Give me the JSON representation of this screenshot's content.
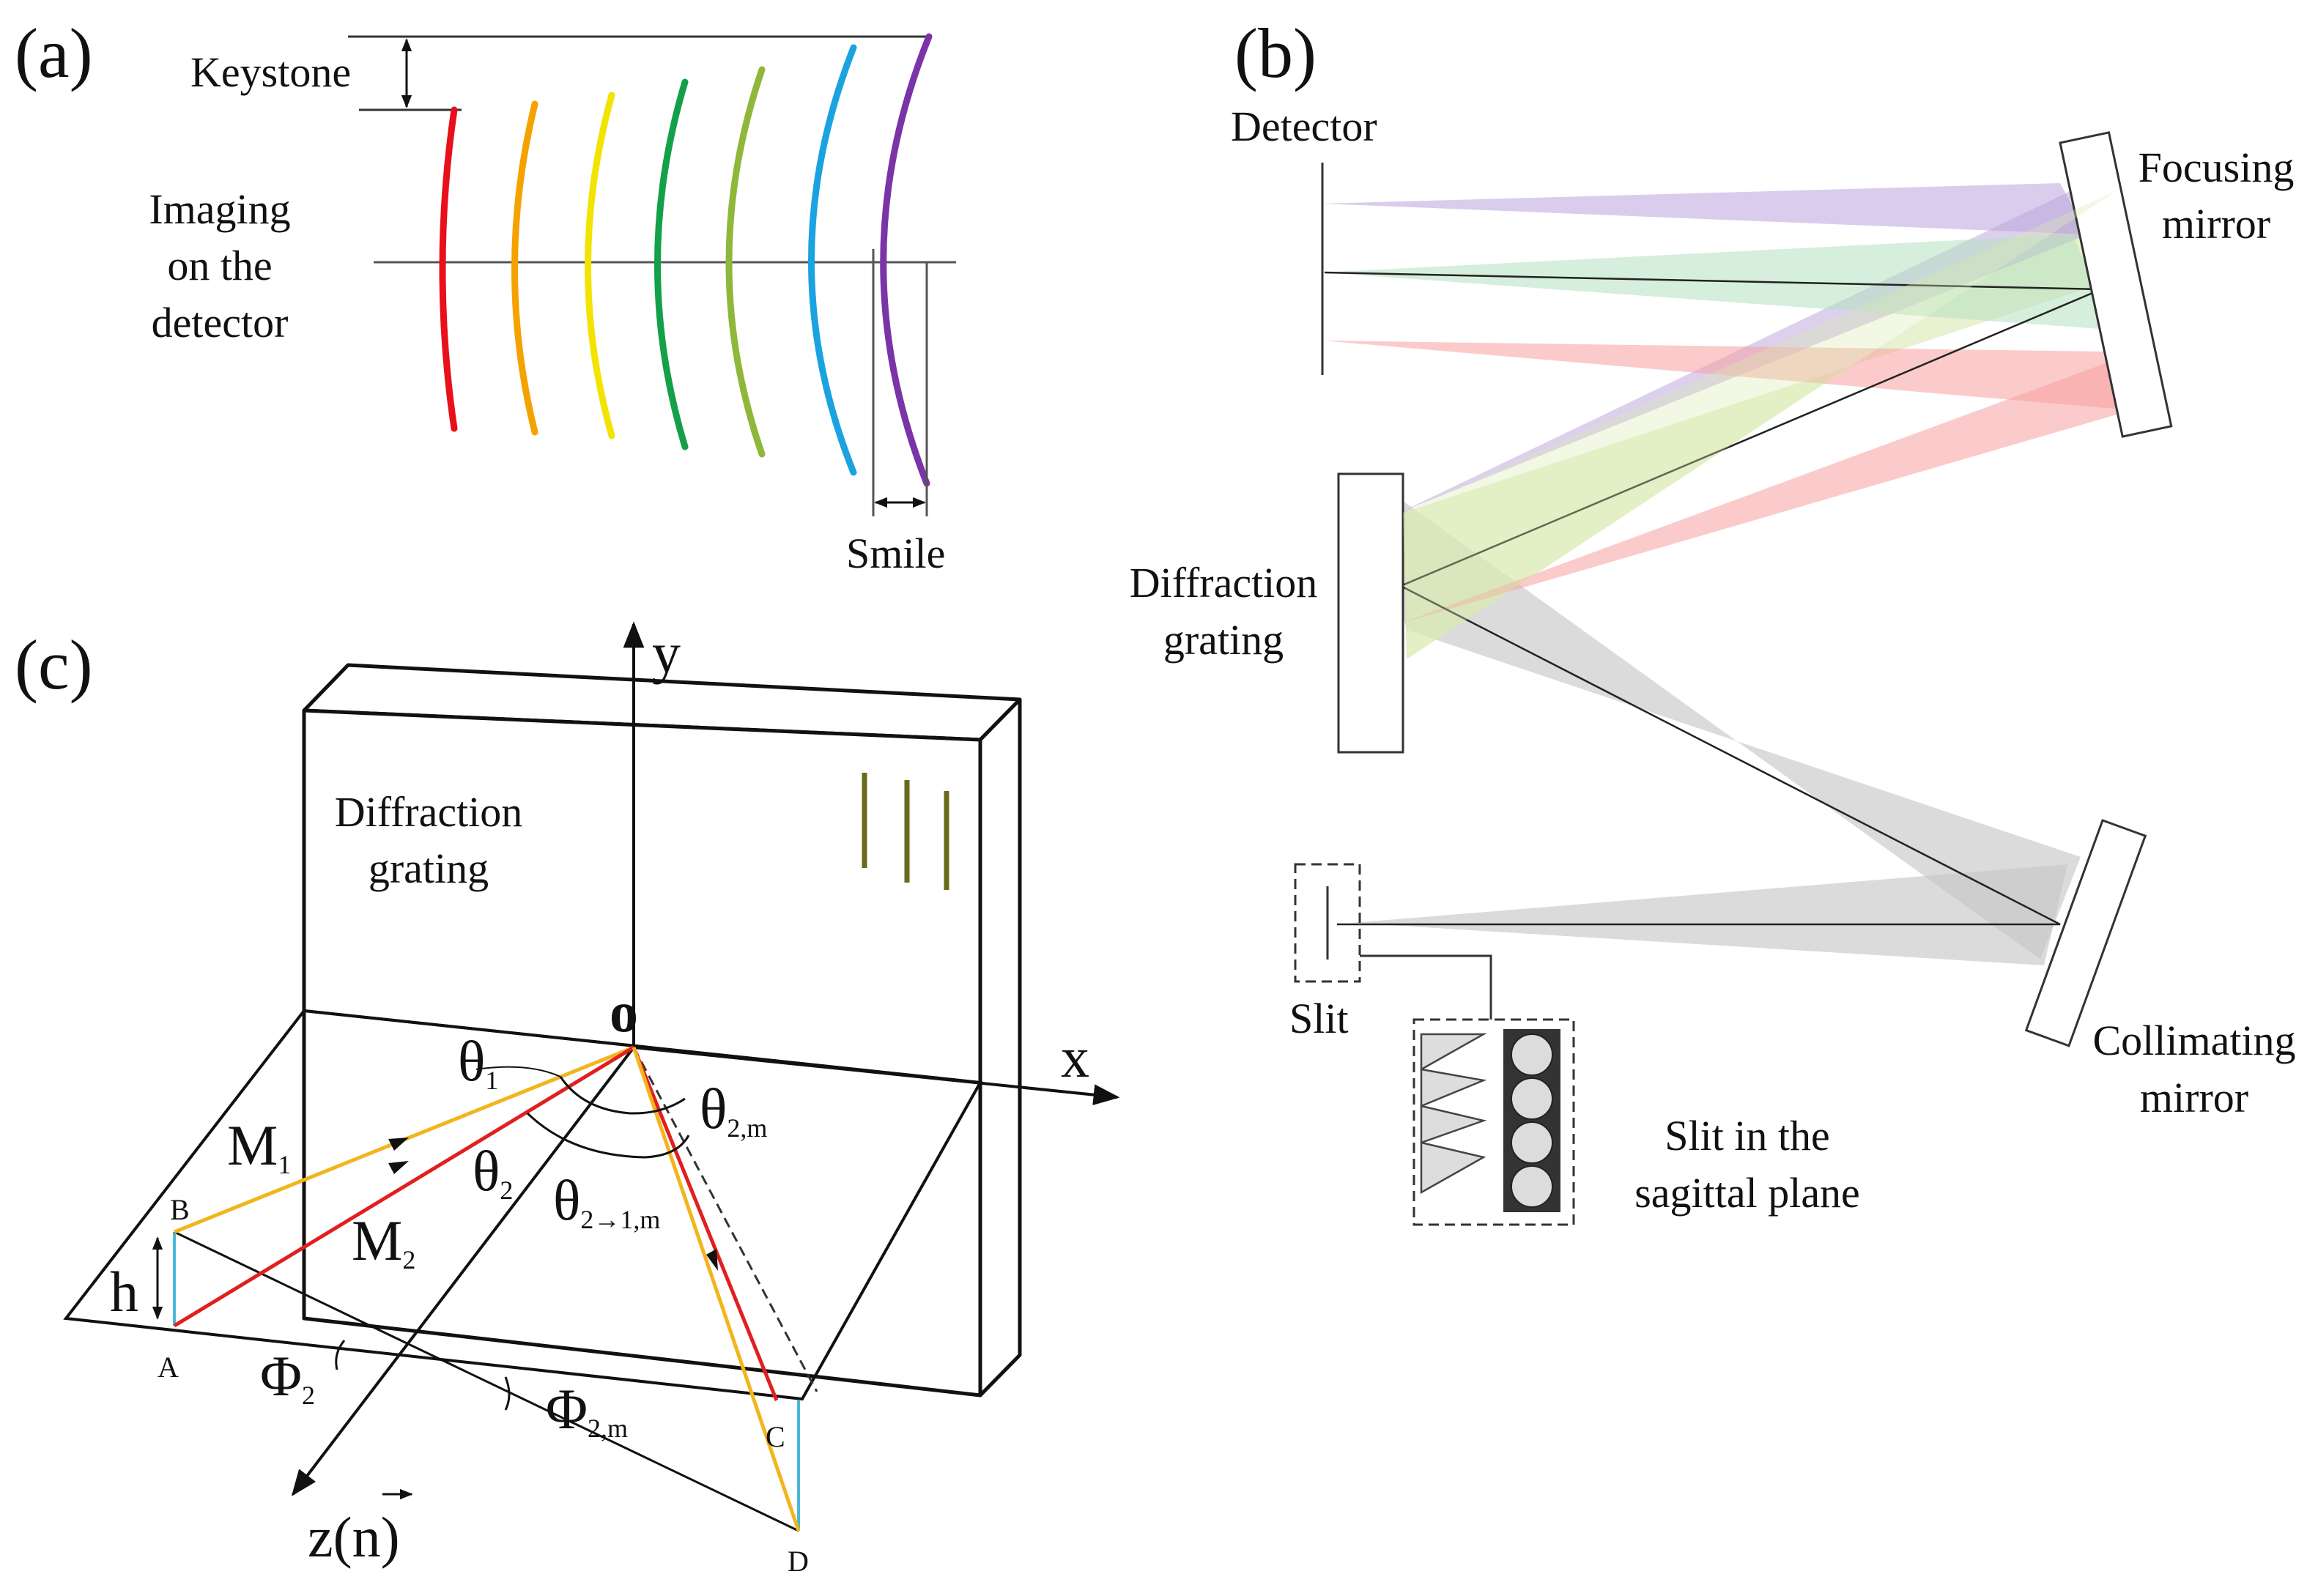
{
  "panel_a": {
    "tag": "(a)",
    "keystone_label": "Keystone",
    "imaging_label": [
      "Imaging",
      "on the",
      "detector"
    ],
    "smile_label": "Smile",
    "line_colors": [
      "#e8101a",
      "#f5a200",
      "#f2e300",
      "#14a04a",
      "#8fb83b",
      "#1aa3e0",
      "#7a34a8"
    ]
  },
  "panel_b": {
    "tag": "(b)",
    "detector_label": "Detector",
    "focusing_label": [
      "Focusing",
      "mirror"
    ],
    "grating_label": [
      "Diffraction",
      "grating"
    ],
    "slit_label": "Slit",
    "collimating_label": [
      "Collimating",
      "mirror"
    ],
    "sagittal_label": [
      "Slit in the",
      "sagittal plane"
    ],
    "beam_colors": {
      "violet": "#b9a2dc",
      "green": "#b5e0c0",
      "red": "#f7a0a0",
      "gray": "#c8c8c8",
      "yellowgreen": "#d9eab0"
    }
  },
  "panel_c": {
    "tag": "(c)",
    "grating_label": [
      "Diffraction",
      "grating"
    ],
    "axis_y": "y",
    "axis_x": "x",
    "axis_z": "z(n)",
    "origin": "o",
    "theta": "θ",
    "theta1_sub": "1",
    "theta2_sub": "2",
    "theta2m_sub": "2,m",
    "theta21m_sub": "2→1,m",
    "M": "M",
    "m1_sub": "1",
    "m2_sub": "2",
    "h": "h",
    "phi": "Φ",
    "phi2_sub": "2",
    "phi2m_sub": "2,m",
    "pt_A": "A",
    "pt_B": "B",
    "pt_C": "C",
    "pt_D": "D",
    "colors": {
      "m1": "#f2b51c",
      "m2": "#e02020",
      "h": "#4ab8d8",
      "rulings": "#6b6a1a"
    }
  }
}
